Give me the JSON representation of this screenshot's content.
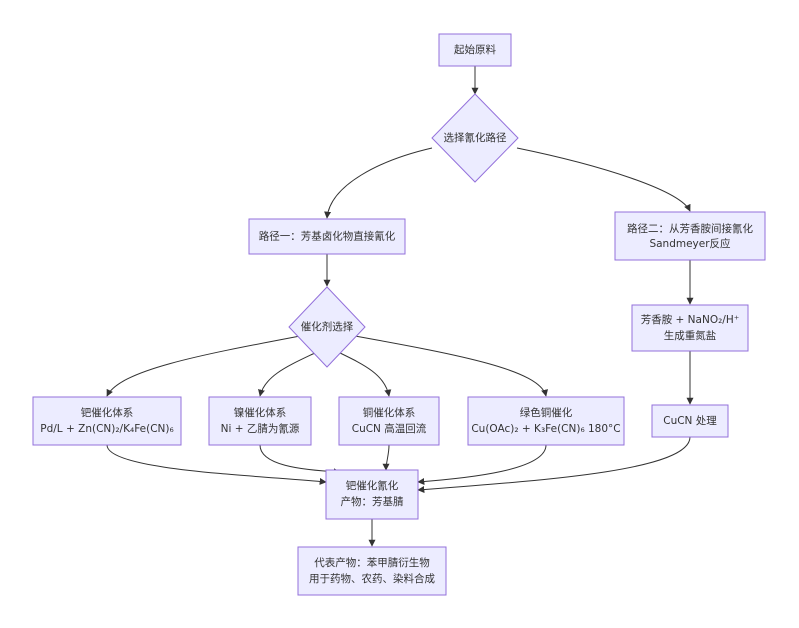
{
  "nodes": {
    "start": "起始原料",
    "choose_route": "选择氰化路径",
    "route1": "路径一：芳基卤化物直接氰化",
    "route2_line1": "路径二：从芳香胺间接氰化",
    "route2_line2": "Sandmeyer反应",
    "catalyst_choice": "催化剂选择",
    "pd_line1": "钯催化体系",
    "pd_line2": "Pd/L + Zn(CN)₂/K₄Fe(CN)₆",
    "ni_line1": "镍催化体系",
    "ni_line2": "Ni + 乙腈为氰源",
    "cu_line1": "铜催化体系",
    "cu_line2": "CuCN 高温回流",
    "green_line1": "绿色铜催化",
    "green_line2": "Cu(OAc)₂ + K₃Fe(CN)₆ 180°C",
    "diazo_line1": "芳香胺 + NaNO₂/H⁺",
    "diazo_line2": "生成重氮盐",
    "cucn": "CuCN 处理",
    "result_line1": "钯催化氰化",
    "result_line2": "产物：芳基腈",
    "product_line1": "代表产物：苯甲腈衍生物",
    "product_line2": "用于药物、农药、染料合成"
  },
  "colors": {
    "node_fill": "#ECECFF",
    "node_border": "#9370DB",
    "edge": "#333333",
    "text": "#333333"
  }
}
